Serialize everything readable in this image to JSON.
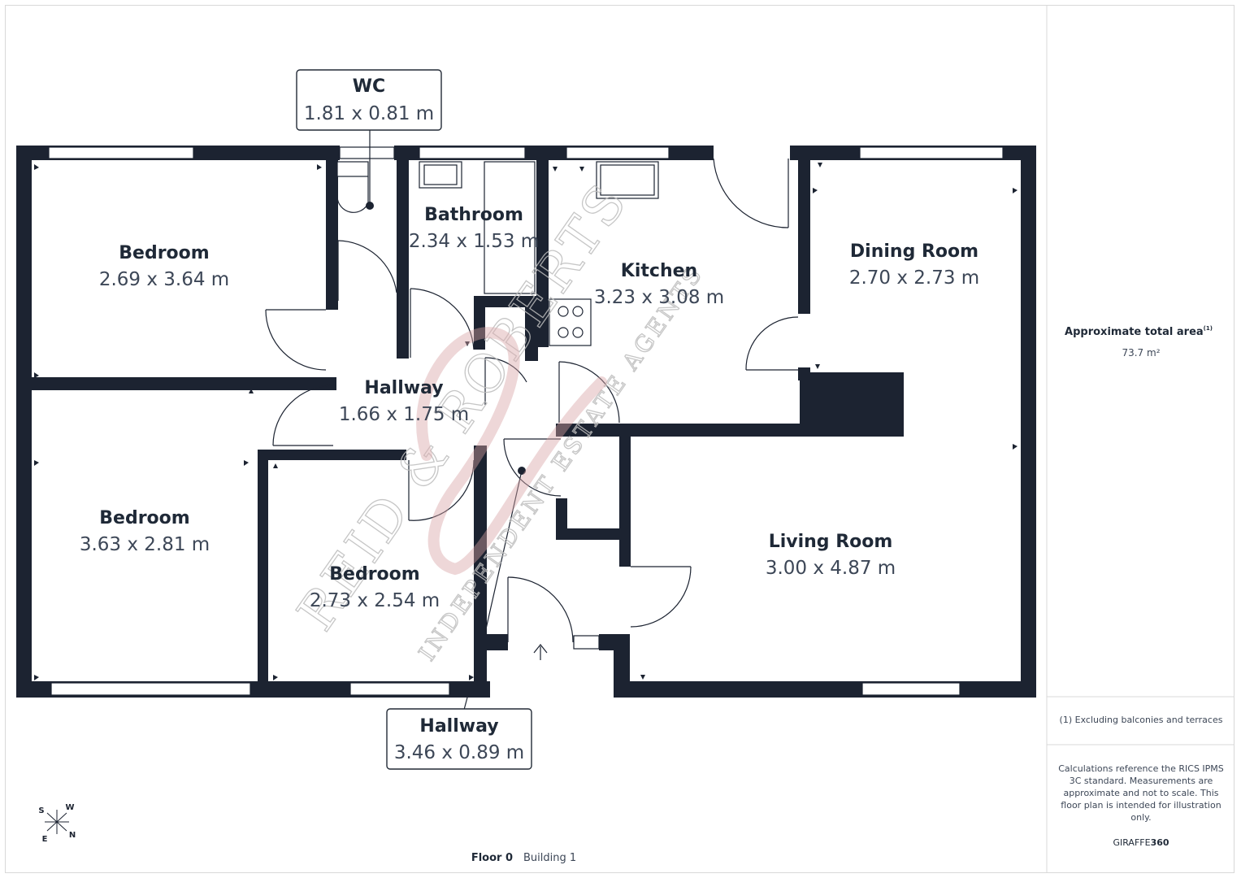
{
  "rooms": [
    {
      "name": "Bedroom",
      "dims": "2.69 x 3.64 m"
    },
    {
      "name": "Bedroom",
      "dims": "3.63 x 2.81 m"
    },
    {
      "name": "Bedroom",
      "dims": "2.73 x 2.54 m"
    },
    {
      "name": "Hallway",
      "dims": "1.66 x 1.75 m"
    },
    {
      "name": "Bathroom",
      "dims": "2.34 x 1.53 m"
    },
    {
      "name": "Kitchen",
      "dims": "3.23 x 3.08 m"
    },
    {
      "name": "Dining Room",
      "dims": "2.70 x 2.73 m"
    },
    {
      "name": "Living Room",
      "dims": "3.00 x 4.87 m"
    }
  ],
  "callouts": [
    {
      "name": "WC",
      "dims": "1.81 x 0.81 m"
    },
    {
      "name": "Hallway",
      "dims": "3.46 x 0.89 m"
    }
  ],
  "compass": {
    "s": "S",
    "w": "W",
    "e": "E",
    "n": "N"
  },
  "footer": {
    "floor": "Floor 0",
    "building": "Building 1"
  },
  "sidebar": {
    "area_title": "Approximate total area",
    "area_sup": "(1)",
    "area_value": "73.7 m²",
    "note": "(1) Excluding balconies and terraces",
    "disclaimer": [
      "Calculations reference the RICS IPMS",
      "3C standard. Measurements are",
      "approximate and not to scale. This",
      "floor plan is intended for illustration",
      "only."
    ],
    "brand_prefix": "GIRAFFE",
    "brand_suffix": "360"
  },
  "watermark": {
    "main": "REID & ROBERTS",
    "sub": "INDEPENDENT ESTATE AGENTS"
  },
  "colors": {
    "wall": "#1c2331",
    "text": "#1f2937",
    "accent": "#c9363a"
  }
}
